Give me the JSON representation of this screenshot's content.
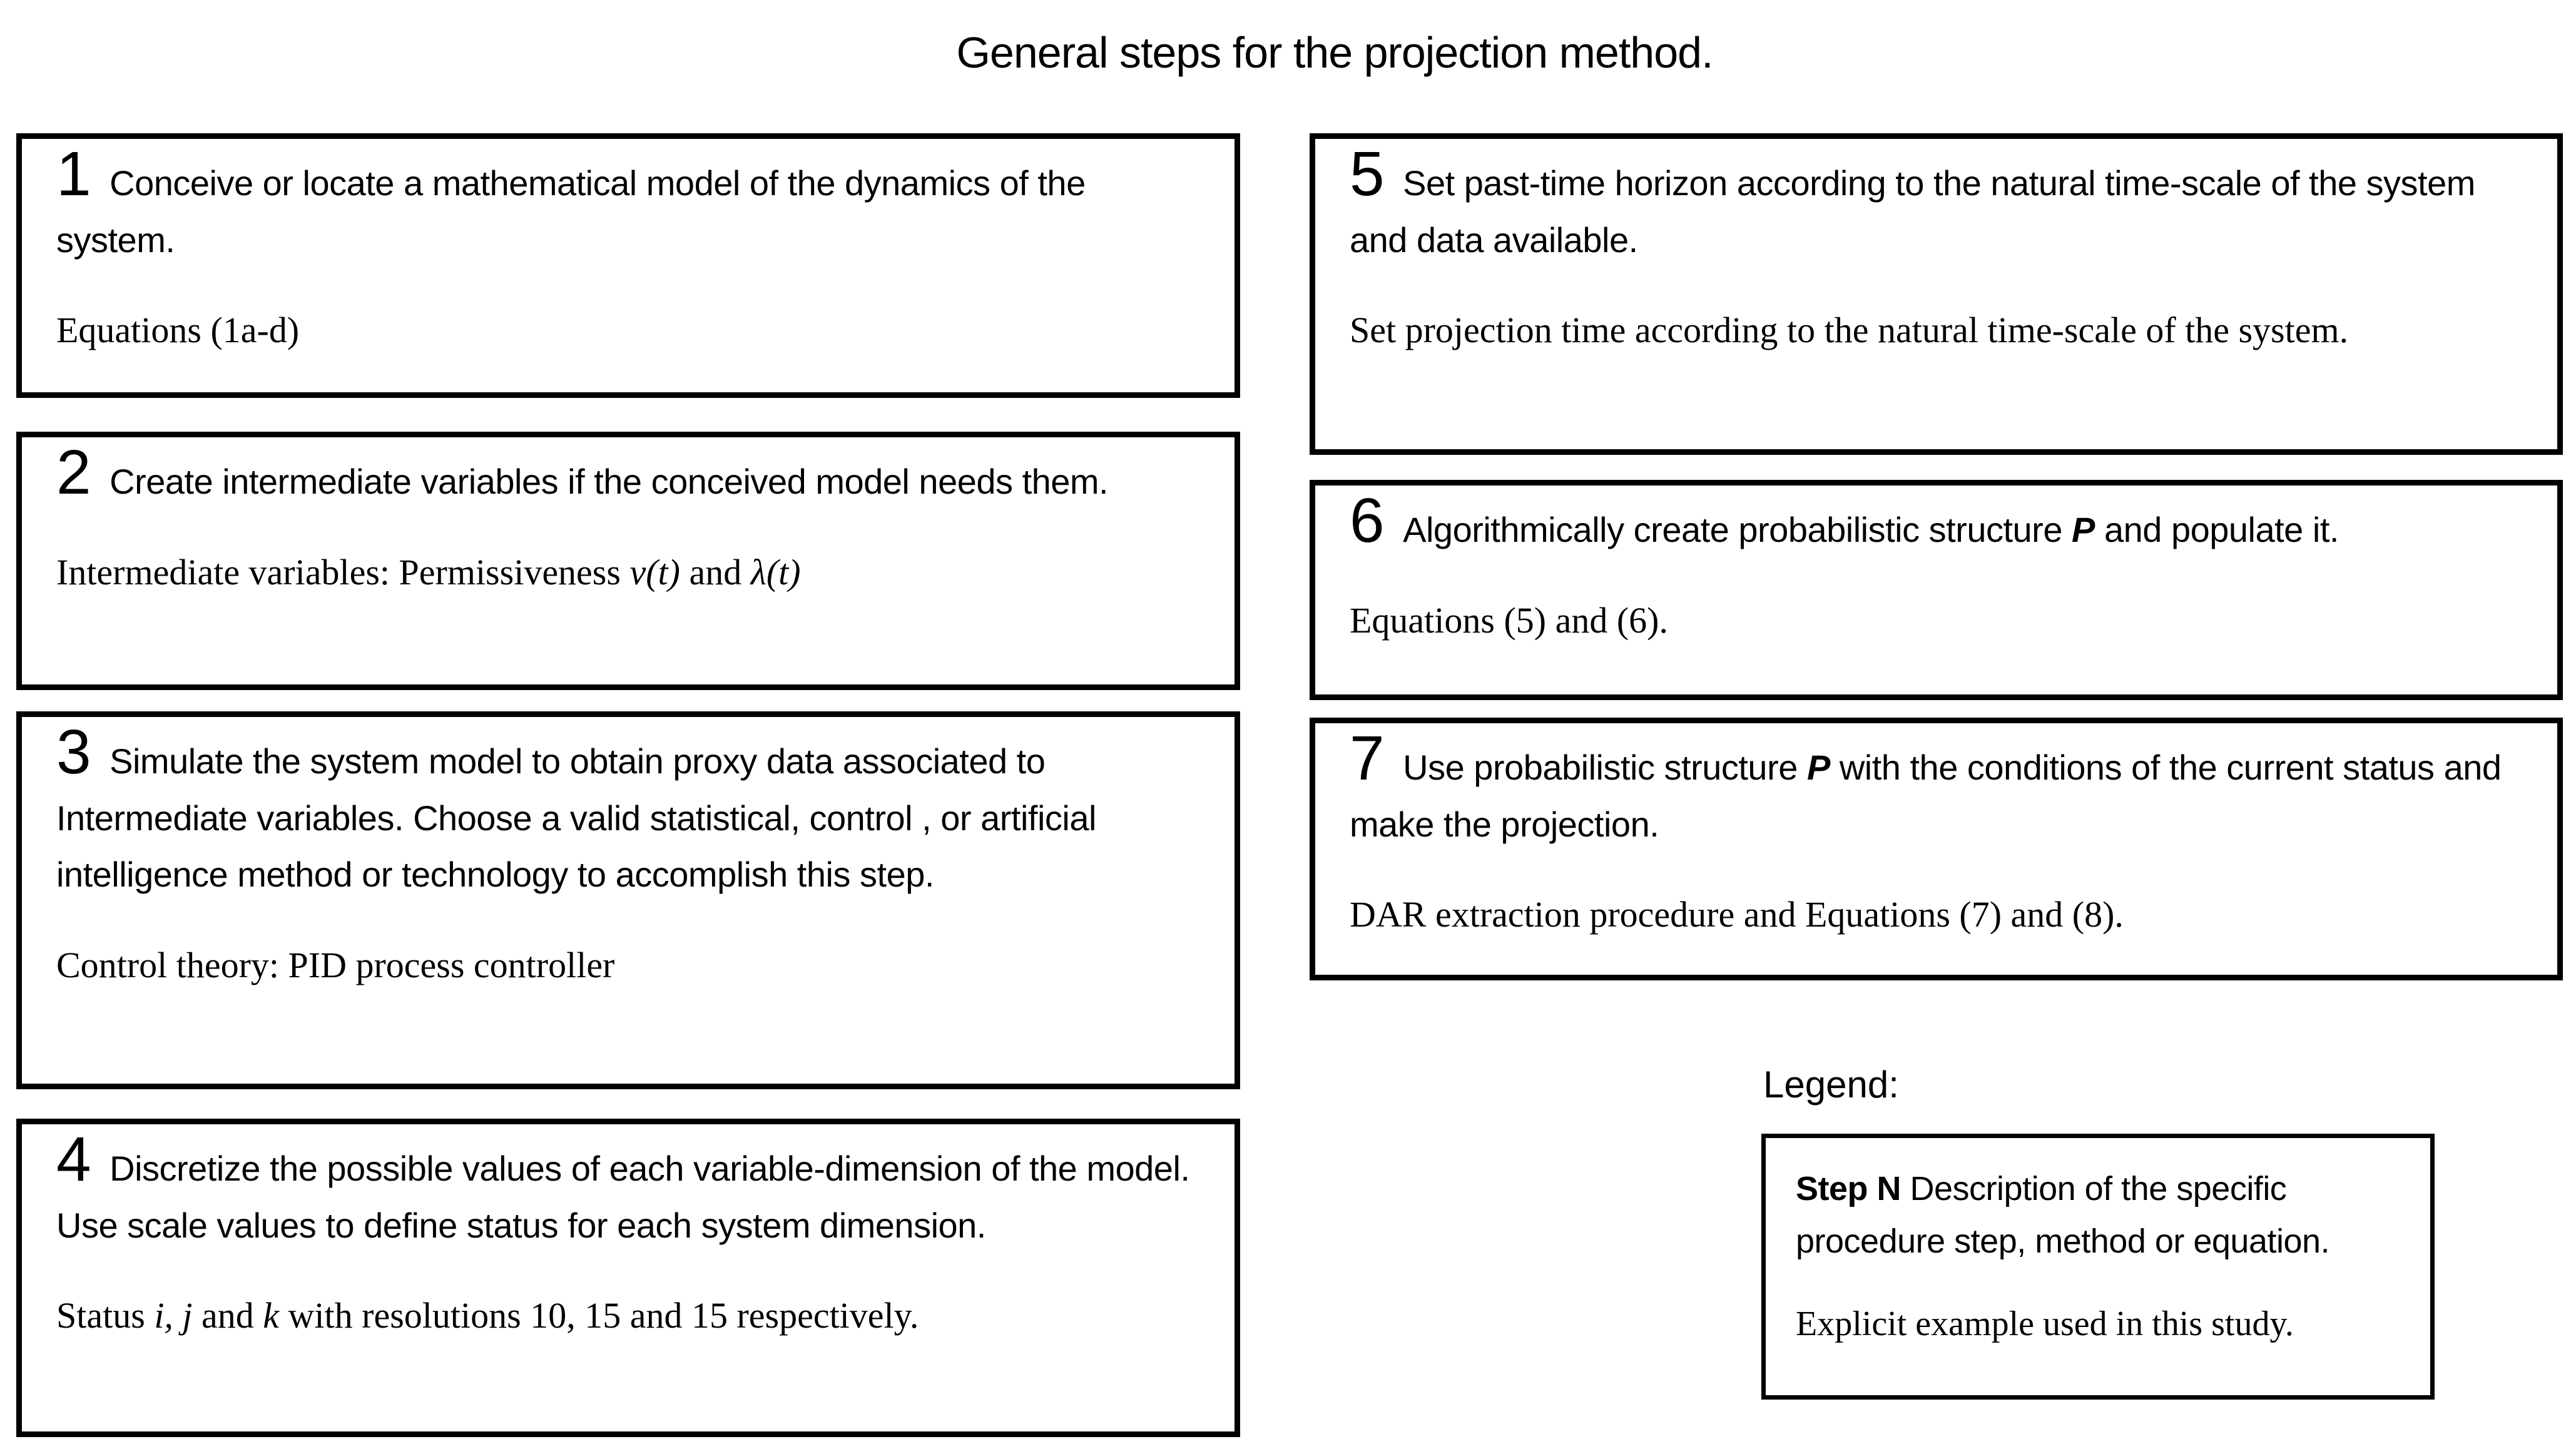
{
  "title": "General steps for the projection method.",
  "colors": {
    "text": "#000000",
    "background": "#ffffff",
    "border": "#000000"
  },
  "steps": [
    {
      "number": "1",
      "desc": [
        {
          "t": "Conceive or locate a mathematical model of the dynamics of the system."
        }
      ],
      "example": [
        {
          "t": "Equations (1a-d)"
        }
      ]
    },
    {
      "number": "2",
      "desc": [
        {
          "t": "Create intermediate variables if the conceived model needs them."
        }
      ],
      "example": [
        {
          "t": "Intermediate variables: Permissiveness "
        },
        {
          "t": "v(t)",
          "s": "i"
        },
        {
          "t": " and "
        },
        {
          "t": "λ(t)",
          "s": "i"
        }
      ]
    },
    {
      "number": "3",
      "desc": [
        {
          "t": "Simulate the system model to obtain proxy data associated to Intermediate variables. Choose a valid statistical, control , or artificial intelligence method or technology to accomplish this step."
        }
      ],
      "example": [
        {
          "t": "Control theory: PID process controller"
        }
      ]
    },
    {
      "number": "4",
      "desc": [
        {
          "t": "Discretize the possible values of each variable-dimension of the model. Use scale values to define status for each system dimension."
        }
      ],
      "example": [
        {
          "t": "Status "
        },
        {
          "t": "i, j",
          "s": "i"
        },
        {
          "t": " and "
        },
        {
          "t": "k",
          "s": "i"
        },
        {
          "t": " with resolutions 10, 15 and 15 respectively."
        }
      ]
    },
    {
      "number": "5",
      "desc": [
        {
          "t": "Set past-time horizon according to the natural time-scale of the system and data available."
        }
      ],
      "example": [
        {
          "t": "Set projection time according to the natural time-scale of the system."
        }
      ]
    },
    {
      "number": "6",
      "desc": [
        {
          "t": "Algorithmically create probabilistic structure "
        },
        {
          "t": "P",
          "s": "bi"
        },
        {
          "t": " and populate it."
        }
      ],
      "example": [
        {
          "t": "Equations (5) and (6)."
        }
      ]
    },
    {
      "number": "7",
      "desc": [
        {
          "t": "Use probabilistic structure "
        },
        {
          "t": "P",
          "s": "bi"
        },
        {
          "t": " with the conditions of the current status and make the projection."
        }
      ],
      "example": [
        {
          "t": "DAR extraction procedure and Equations (7) and (8)."
        }
      ]
    }
  ],
  "legend": {
    "label": "Legend:",
    "desc": [
      {
        "t": "Step N ",
        "s": "b"
      },
      {
        "t": "Description of the specific procedure step, method or equation."
      }
    ],
    "example": [
      {
        "t": "Explicit example used in this study."
      }
    ]
  }
}
